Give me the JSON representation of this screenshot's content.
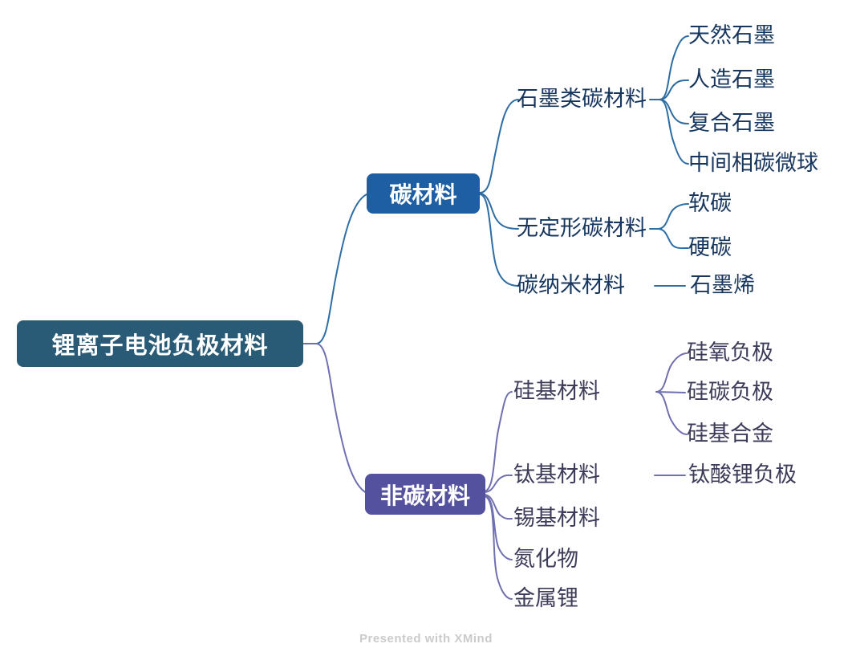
{
  "colors": {
    "root_bg": "#2A5B76",
    "carbon_bg": "#1E5FA3",
    "noncarbon_bg": "#54529E",
    "blue_line": "#2E6DA4",
    "purple_line": "#7070B0",
    "blue_text": "#17365E",
    "purple_text": "#3C3C5A",
    "watermark_color": "#CBCBCB"
  },
  "root": {
    "label": "锂离子电池负极材料"
  },
  "branches": [
    {
      "label": "碳材料",
      "children": [
        {
          "label": "石墨类碳材料",
          "children": [
            {
              "label": "天然石墨"
            },
            {
              "label": "人造石墨"
            },
            {
              "label": "复合石墨"
            },
            {
              "label": "中间相碳微球"
            }
          ]
        },
        {
          "label": "无定形碳材料",
          "children": [
            {
              "label": "软碳"
            },
            {
              "label": "硬碳"
            }
          ]
        },
        {
          "label": "碳纳米材料",
          "children": [
            {
              "label": "石墨烯"
            }
          ]
        }
      ]
    },
    {
      "label": "非碳材料",
      "children": [
        {
          "label": "硅基材料",
          "children": [
            {
              "label": "硅氧负极"
            },
            {
              "label": "硅碳负极"
            },
            {
              "label": "硅基合金"
            }
          ]
        },
        {
          "label": "钛基材料",
          "children": [
            {
              "label": "钛酸锂负极"
            }
          ]
        },
        {
          "label": "锡基材料",
          "children": []
        },
        {
          "label": "氮化物",
          "children": []
        },
        {
          "label": "金属锂",
          "children": []
        }
      ]
    }
  ],
  "watermark": "Presented with XMind"
}
